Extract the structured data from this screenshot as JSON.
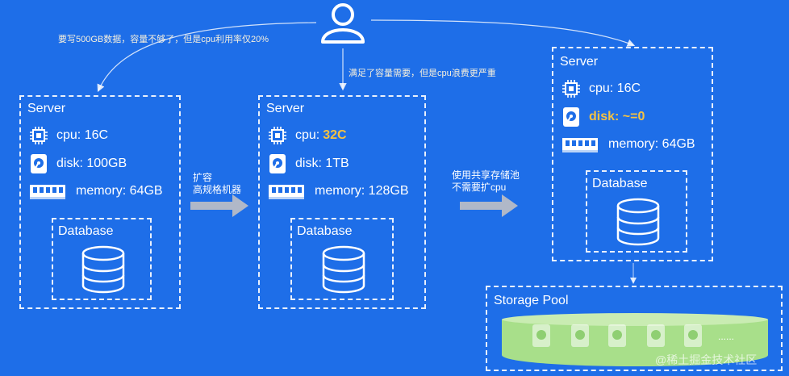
{
  "notes": {
    "top_left": "要写500GB数据，容量不够了，但是cpu利用率仅20%",
    "top_mid": "满足了容量需要，但是cpu浪费更严重"
  },
  "server1": {
    "title": "Server",
    "cpu": "cpu: 16C",
    "disk": "disk: 100GB",
    "memory": "memory: 64GB",
    "db": "Database"
  },
  "server2": {
    "title": "Server",
    "cpu_prefix": "cpu: ",
    "cpu_value": "32C",
    "disk": "disk: 1TB",
    "memory": "memory: 128GB",
    "db": "Database"
  },
  "server3": {
    "title": "Server",
    "cpu": "cpu: 16C",
    "disk": "disk: ~=0",
    "memory": "memory: 64GB",
    "db": "Database"
  },
  "arrow1": {
    "line1": "扩容",
    "line2": "高规格机器"
  },
  "arrow2": {
    "line1": "使用共享存储池",
    "line2": "不需要扩cpu"
  },
  "pool": {
    "title": "Storage Pool",
    "ellipsis": "......"
  },
  "watermark": "@稀土掘金技术社区",
  "colors": {
    "background": "#1e6ee8",
    "highlight": "#f5c242",
    "pool_fill": "#a8df8a"
  }
}
